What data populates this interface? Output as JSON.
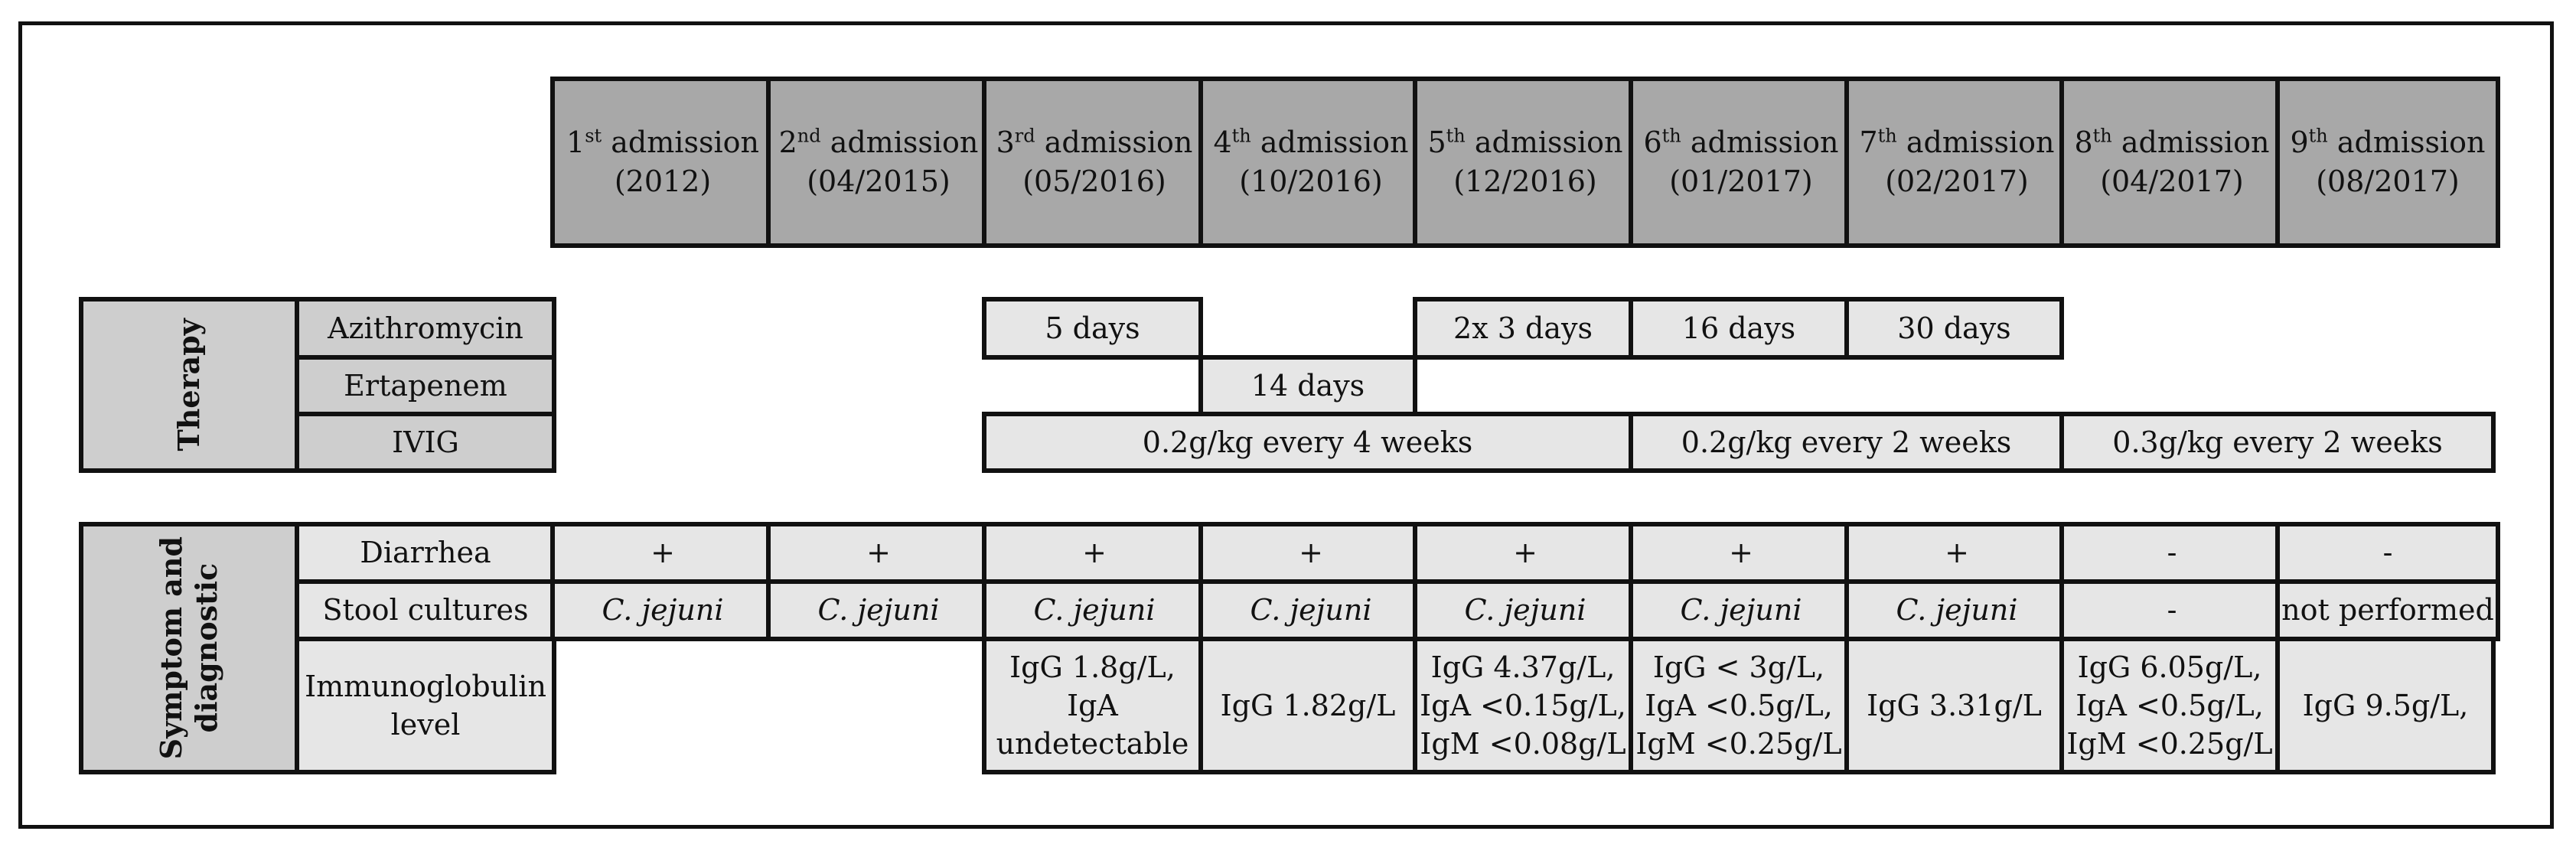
{
  "admissions": [
    {
      "ord_num": "1",
      "ord_sup": "st",
      "label": "admission",
      "date": "(2012)"
    },
    {
      "ord_num": "2",
      "ord_sup": "nd",
      "label": "admission",
      "date": "(04/2015)"
    },
    {
      "ord_num": "3",
      "ord_sup": "rd",
      "label": "admission",
      "date": "(05/2016)"
    },
    {
      "ord_num": "4",
      "ord_sup": "th",
      "label": "admission",
      "date": "(10/2016)"
    },
    {
      "ord_num": "5",
      "ord_sup": "th",
      "label": "admission",
      "date": "(12/2016)"
    },
    {
      "ord_num": "6",
      "ord_sup": "th",
      "label": "admission",
      "date": "(01/2017)"
    },
    {
      "ord_num": "7",
      "ord_sup": "th",
      "label": "admission",
      "date": "(02/2017)"
    },
    {
      "ord_num": "8",
      "ord_sup": "th",
      "label": "admission",
      "date": "(04/2017)"
    },
    {
      "ord_num": "9",
      "ord_sup": "th",
      "label": "admission",
      "date": "(08/2017)"
    }
  ],
  "therapy": {
    "section_label": "Therapy",
    "rows": {
      "azithromycin": {
        "label": "Azithromycin",
        "a3": "5 days",
        "a5": "2x 3 days",
        "a6": "16 days",
        "a7": "30 days"
      },
      "ertapenem": {
        "label": "Ertapenem",
        "a4": "14 days"
      },
      "ivig": {
        "label": "IVIG",
        "a3_5": "0.2g/kg every 4 weeks",
        "a6_7": "0.2g/kg every 2 weeks",
        "a8_9": "0.3g/kg every 2 weeks"
      }
    }
  },
  "symptoms": {
    "section_label_line1": "Symptom and",
    "section_label_line2": "diagnostic",
    "diarrhea": {
      "label": "Diarrhea",
      "values": [
        "+",
        "+",
        "+",
        "+",
        "+",
        "+",
        "+",
        "-",
        "-"
      ]
    },
    "stool": {
      "label": "Stool cultures",
      "values": [
        "C. jejuni",
        "C. jejuni",
        "C. jejuni",
        "C. jejuni",
        "C. jejuni",
        "C. jejuni",
        "C. jejuni",
        "-",
        "not performed"
      ]
    },
    "immuno": {
      "label_line1": "Immunoglobulin",
      "label_line2": "level",
      "a3": [
        "IgG 1.8g/L,",
        "IgA",
        "undetectable"
      ],
      "a4": [
        "IgG 1.82g/L"
      ],
      "a5": [
        "IgG 4.37g/L,",
        "IgA <0.15g/L,",
        "IgM <0.08g/L"
      ],
      "a6": [
        "IgG < 3g/L,",
        "IgA <0.5g/L,",
        "IgM <0.25g/L"
      ],
      "a7": [
        "IgG 3.31g/L"
      ],
      "a8": [
        "IgG 6.05g/L,",
        "IgA <0.5g/L,",
        "IgM <0.25g/L"
      ],
      "a9": [
        "IgG 9.5g/L,"
      ]
    }
  }
}
